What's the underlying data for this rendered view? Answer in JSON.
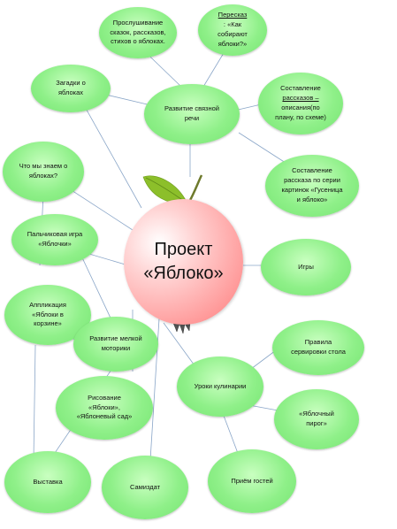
{
  "center": {
    "line1": "Проект",
    "line2": "«Яблоко»"
  },
  "nodes": {
    "listening": [
      "Прослушивание",
      "сказок, рассказов,",
      "стихов о яблоках."
    ],
    "retelling": [
      "Пересказ : «Как",
      "собирают",
      "яблоки?»"
    ],
    "riddles": [
      "Загадки о",
      "яблоках"
    ],
    "speech": [
      "Развитие связной",
      "речи"
    ],
    "description": [
      "Составление",
      "рассказов –",
      "описания(по",
      "плану, по схеме)"
    ],
    "what_we_know": [
      "Что мы знаем о",
      "яблоках?"
    ],
    "series_story": [
      "Составление",
      "рассказа по серии",
      "картинок «Гусеница",
      "и яблоко»"
    ],
    "finger_game": [
      "Пальчиковая игра",
      "«Яблочки»"
    ],
    "games": [
      "Игры"
    ],
    "applique": [
      "Аппликация",
      "«Яблоки в",
      "корзине»"
    ],
    "motor": [
      "Развитие мелкой",
      "моторики"
    ],
    "table_rules": [
      "Правила",
      "сервировки стола"
    ],
    "cooking": [
      "Уроки кулинарии"
    ],
    "drawing": [
      "Рисование",
      "«Яблоки»,",
      "«Яблоневый сад»"
    ],
    "pie": [
      "«Яблочный",
      "пирог»"
    ],
    "exhibition": [
      "Выставка"
    ],
    "samizdat": [
      "Самиздат"
    ],
    "guests": [
      "Приём гостей"
    ]
  },
  "colors": {
    "node": "#8ff089",
    "center": "#ff9a9a",
    "leaf": "#8cbf2a",
    "line": "#7f9fc4"
  }
}
